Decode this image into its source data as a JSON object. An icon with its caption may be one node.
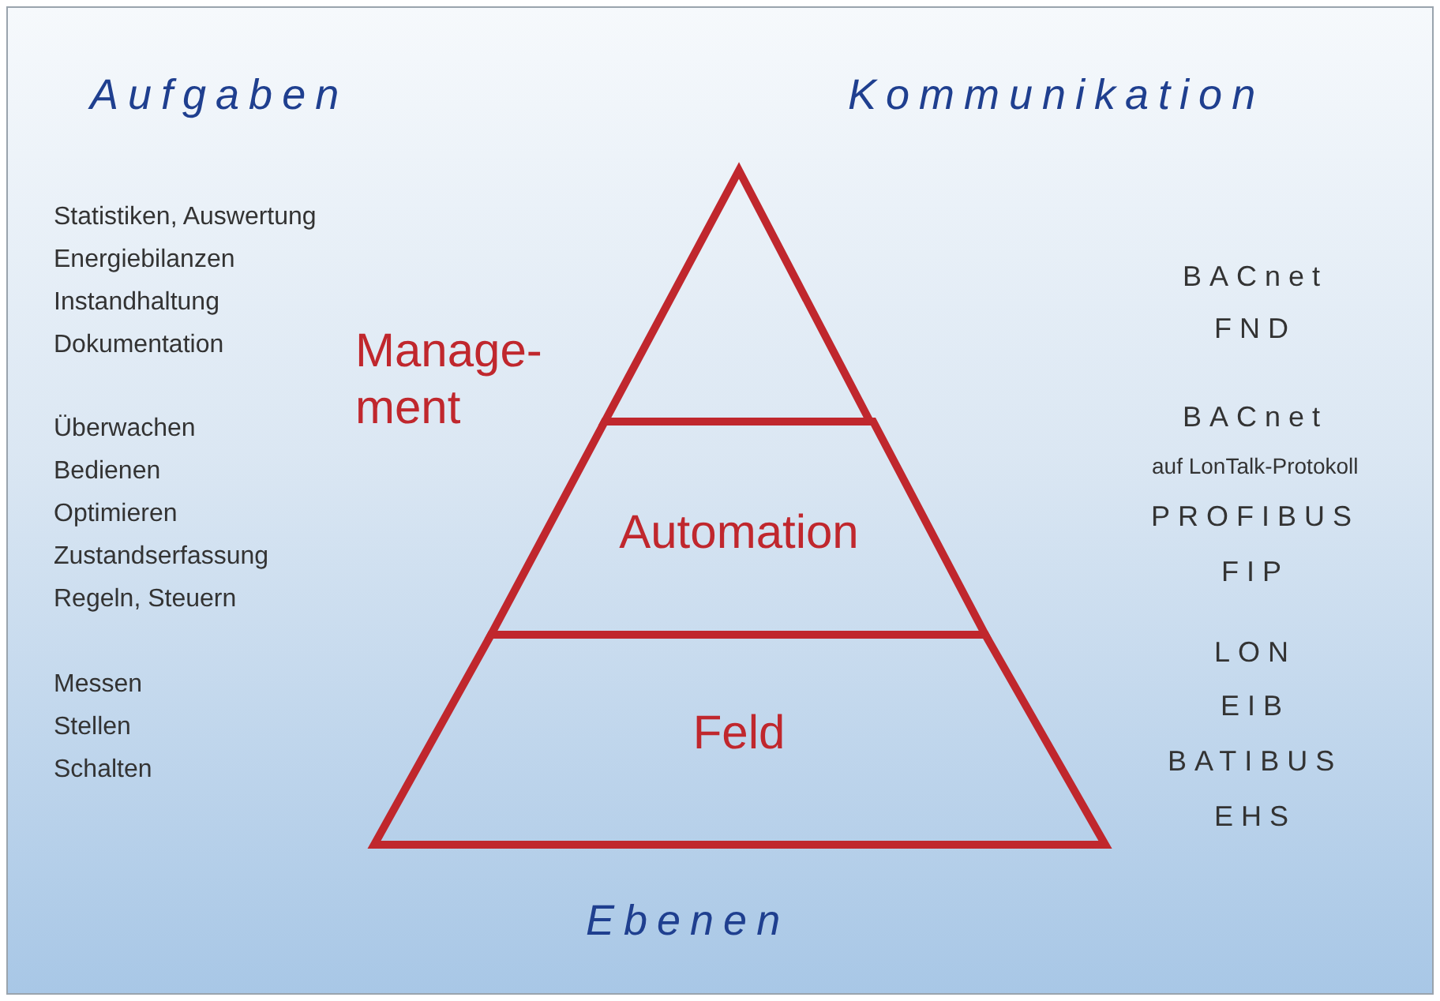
{
  "diagram": {
    "nodes": [
      {
        "text": [
          "Manage- ment"
        ]
      },
      {
        "text": [
          "Automation"
        ]
      },
      {
        "text": [
          "Feld"
        ]
      }
    ],
    "edges": [],
    "labels": [
      "Aufgaben",
      "Kommunikation",
      "Statistiken, Auswertung",
      "Energiebilanzen",
      "Instandhaltung",
      "Dokumentation",
      "BACnet",
      "FND",
      "Überwachen",
      "Bedienen",
      "Optimieren",
      "Zustandserfassung",
      "Regeln, Steuern",
      "BACnet",
      "auf LonTalk-Protokoll",
      "PROFIBUS",
      "FIP",
      "Messen",
      "Stellen",
      "Schalten",
      "LON",
      "EIB",
      "BATIBUS",
      "EHS",
      "Ebenen"
    ]
  }
}
